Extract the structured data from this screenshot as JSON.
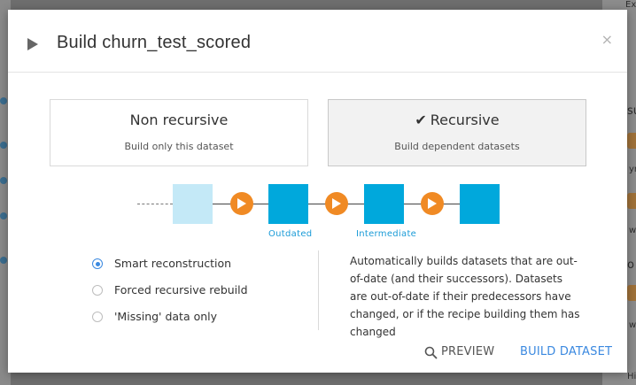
{
  "background": {
    "right_texts": [
      "Exp",
      "su",
      "yn",
      "w",
      "o",
      "ww",
      "Hiv"
    ]
  },
  "modal": {
    "title": "Build churn_test_scored",
    "close_label": "×"
  },
  "modes": [
    {
      "title": "Non recursive",
      "subtitle": "Build only this dataset",
      "selected": false
    },
    {
      "title": "Recursive",
      "subtitle": "Build dependent datasets",
      "selected": true
    }
  ],
  "pipeline": {
    "labels": {
      "outdated": "Outdated",
      "intermediate": "Intermediate"
    },
    "colors": {
      "pending": "#c4e9f7",
      "dataset": "#00a8dc",
      "run": "#f08a24"
    }
  },
  "options": [
    {
      "label": "Smart reconstruction",
      "checked": true
    },
    {
      "label": "Forced recursive rebuild",
      "checked": false
    },
    {
      "label": "'Missing' data only",
      "checked": false
    }
  ],
  "description": "Automatically builds datasets that are out-of-date (and their successors). Datasets are out-of-date if their predecessors have changed, or if the recipe building them has changed",
  "footer": {
    "preview_label": "PREVIEW",
    "build_label": "BUILD DATASET"
  },
  "colors": {
    "accent": "#3b89e0",
    "run": "#f08a24",
    "dataset": "#00a8dc"
  }
}
